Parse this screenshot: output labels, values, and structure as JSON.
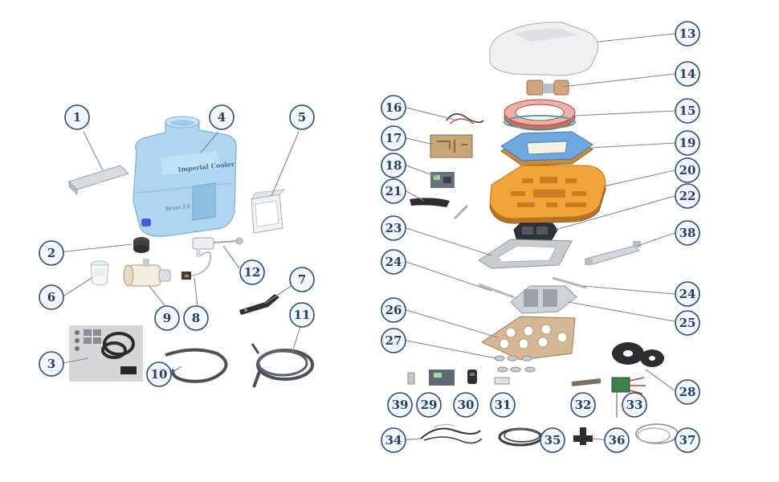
{
  "diagram": {
    "tank_label": "Imperial Cooler",
    "tank_sublabel": "Struxx 2.5",
    "callouts": [
      "1",
      "2",
      "3",
      "4",
      "5",
      "6",
      "7",
      "8",
      "9",
      "10",
      "11",
      "12",
      "13",
      "14",
      "15",
      "16",
      "17",
      "18",
      "19",
      "20",
      "21",
      "22",
      "23",
      "24",
      "24",
      "25",
      "26",
      "27",
      "28",
      "29",
      "30",
      "31",
      "32",
      "33",
      "34",
      "35",
      "36",
      "37",
      "38",
      "39"
    ]
  },
  "colors": {
    "badge_text": "#1f3f6e",
    "badge_ring": "#2b4c7e",
    "tank_blue": "#aed6f1",
    "orange": "#f2a33a",
    "blue_ring": "#6fa8e0",
    "gray_part": "#c8ccd1"
  }
}
